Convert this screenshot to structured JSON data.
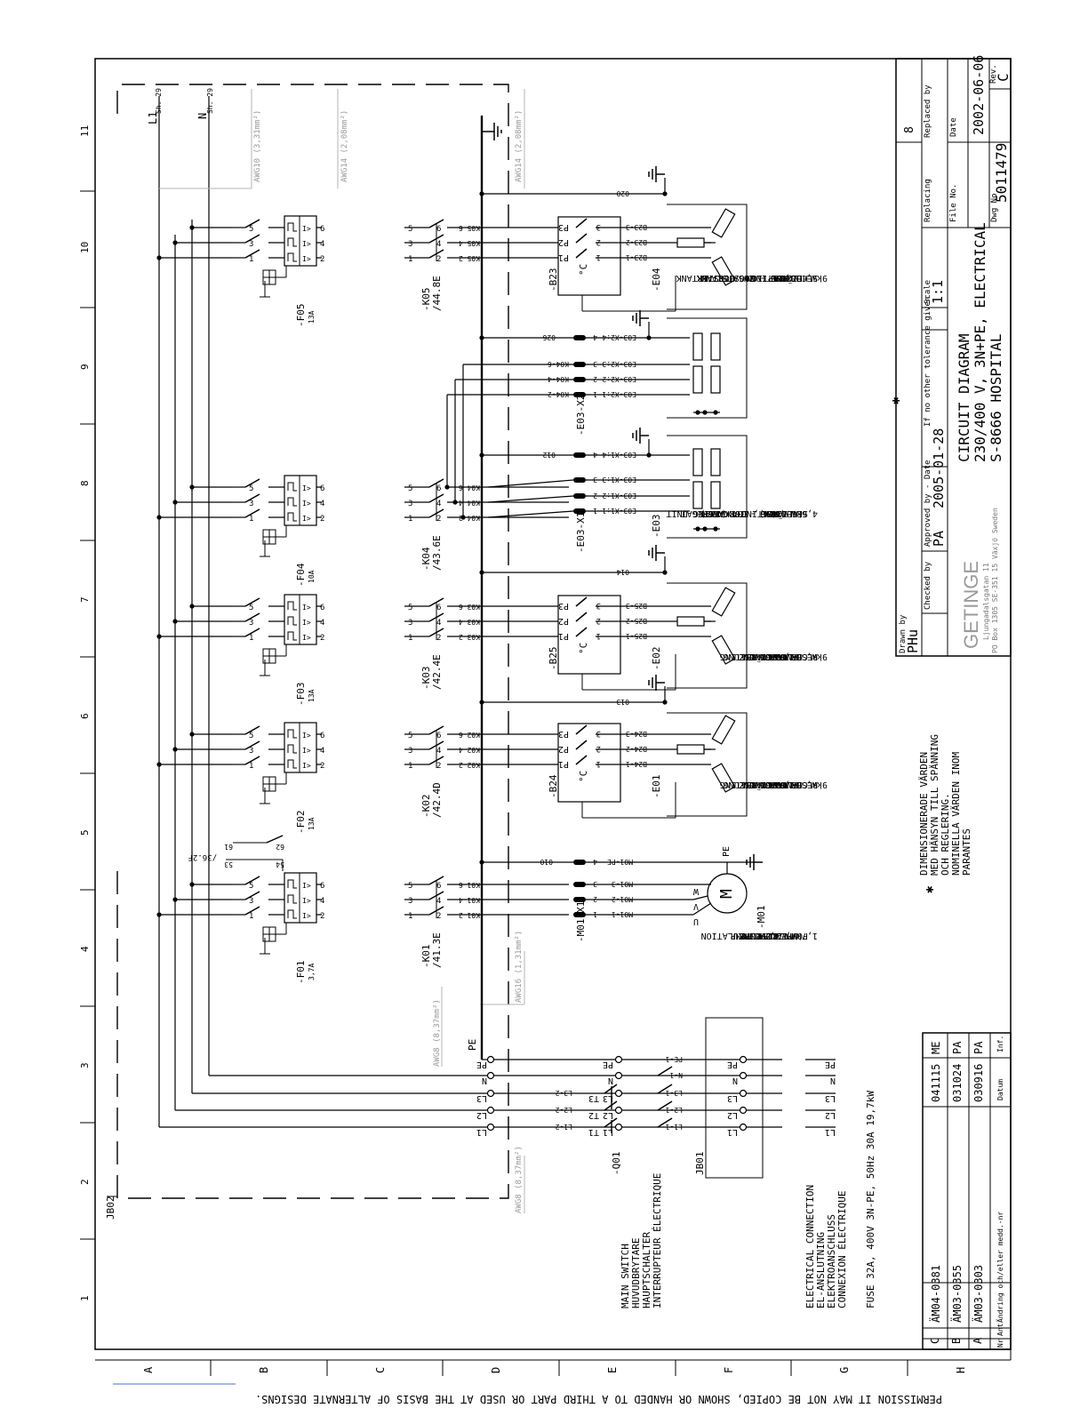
{
  "copyright_notice": "PERMISSION IT MAY NOT BE COPIED, SHOWN OR HANDED TO A THIRD PART OR USED AT THE BASIS OF ALTERNATE DESIGNS.",
  "grid": {
    "columns": [
      "1",
      "2",
      "3",
      "4",
      "5",
      "6",
      "7",
      "8",
      "9",
      "10",
      "11"
    ],
    "rows": [
      "A",
      "B",
      "C",
      "D",
      "E",
      "F",
      "G",
      "H"
    ]
  },
  "supply": {
    "l1_label": "L1",
    "l1_ref": "Sh. 29",
    "n_label": "N",
    "n_ref": "Sh. 29",
    "cable_awg10": "AWG10 (3,31mm²)",
    "cable_awg14a": "AWG14 (2,08mm²)",
    "cable_awg14b": "AWG14 (2,08mm²)",
    "cable_awg16": "AWG16 (1,31mm²)",
    "cable_awg8a": "AWG8 (8,37mm²)",
    "cable_awg8b": "AWG8 (8,37mm²)",
    "pe_label": "PE"
  },
  "boxes": {
    "jb02": "JB02",
    "jb01": "JB01"
  },
  "breakers": [
    {
      "id": "-F01",
      "rating": "3,7A"
    },
    {
      "id": "-F02",
      "rating": "13A"
    },
    {
      "id": "-F03",
      "rating": "13A"
    },
    {
      "id": "-F04",
      "rating": "10A"
    },
    {
      "id": "-F05",
      "rating": "13A"
    }
  ],
  "contactors": [
    {
      "id": "-K01",
      "ref": "/41.3E"
    },
    {
      "id": "-K02",
      "ref": "/42.4D"
    },
    {
      "id": "-K03",
      "ref": "/42.4E"
    },
    {
      "id": "-K04",
      "ref": "/43.6E"
    },
    {
      "id": "-K05",
      "ref": "/44.8E"
    }
  ],
  "aux_contact": {
    "ref": "/36.2F",
    "terms": [
      "53",
      "54",
      "61",
      "62"
    ]
  },
  "terminal_numbers": [
    "1",
    "2",
    "3",
    "4",
    "5",
    "6"
  ],
  "wire_tags": {
    "k01": [
      "K01-2",
      "K01-4",
      "K01-6"
    ],
    "k02": [
      "K02-2",
      "K02-4",
      "K02-6"
    ],
    "k03": [
      "K03-2",
      "K03-4",
      "K03-6"
    ],
    "k04": [
      "K04-2",
      "K04-4",
      "K04-6"
    ],
    "k04b": [
      "K04-2",
      "K04-4",
      "K04-6"
    ],
    "k05": [
      "K05-2",
      "K05-4",
      "K05-6"
    ]
  },
  "pump": {
    "connector": "-M01-X1",
    "pins": [
      "M01-1",
      "M01-2",
      "M01-3",
      "M01-PE"
    ],
    "pin_nums": [
      "1",
      "2",
      "3",
      "4"
    ],
    "phases": [
      "U",
      "V",
      "W"
    ],
    "id": "-M01",
    "pe": "PE",
    "ground_tag": "010",
    "labels": [
      "CIRK.PUMP",
      "CIRC.PUMP",
      "UMWALZPUMPE",
      "POMPE DE CIRKULATION",
      "1,7kW, 3,7A"
    ]
  },
  "heaters": [
    {
      "id": "-E01",
      "thermo": "-B24",
      "wires": [
        "B24-1",
        "B24-2",
        "B24-3"
      ],
      "p": [
        "P1",
        "P2",
        "P3"
      ],
      "ground_tag": "013",
      "labels": [
        "TANKHEATING",
        "TANKVÄRME",
        "FLOTTENHEIZUNG",
        "CHAUFFAGE DU",
        "RESERVOIR",
        "9kW, 13,0A"
      ]
    },
    {
      "id": "-E02",
      "thermo": "-B25",
      "wires": [
        "B25-1",
        "B25-2",
        "B25-3"
      ],
      "p": [
        "P1",
        "P2",
        "P3"
      ],
      "ground_tag": "014",
      "labels": [
        "TANKHEATING",
        "TANKVÄRME",
        "FLOTTENHEIZUNG",
        "CHAUFFAGE DU",
        "RESERVOIR",
        "9kW, 13,0A"
      ]
    },
    {
      "id": "-E04",
      "thermo": "-B23",
      "wires": [
        "B23-1",
        "B23-2",
        "B23-3"
      ],
      "p": [
        "P1",
        "P2",
        "P3"
      ],
      "ground_tag": "020",
      "labels": [
        "OPTION",
        "HEATING - BOOSTERTANK",
        "VÄRME - BOOSTERTANK",
        "HEIZUNG - ZUSATSTANK",
        "SECHOIR",
        "9kW, 13,0A"
      ]
    }
  ],
  "dryer": {
    "id": "-E03",
    "x1": "-E03-X1",
    "x2": "-E03-X2",
    "x1_pins": [
      "E03-X1:1",
      "E03-X1:2",
      "E03-X1:3",
      "E03-X1:4"
    ],
    "x2_pins": [
      "E03-X2:1",
      "E03-X2:2",
      "E03-X2:3",
      "E03-X2:4"
    ],
    "tags": [
      "012",
      "026"
    ],
    "labels": [
      "HEATING - DRYING UNIT",
      "VÄRME - TORKAGGREGAT",
      "HEIZUNG - TROCKNER",
      "SECHOIR",
      "4,6kW (6kW), 10A (13A)"
    ],
    "star": "✱"
  },
  "main_switch": {
    "id": "-Q01",
    "in": [
      "L1",
      "L2",
      "L3",
      "N",
      "PE"
    ],
    "pole_tags": [
      "L1-2",
      "L2-2",
      "L3-2"
    ],
    "t_labels": [
      "T1",
      "T2",
      "T3"
    ],
    "mid": [
      "L1",
      "L2",
      "L3",
      "N",
      "PE"
    ],
    "jb_tags": [
      "L1-1",
      "L2-1",
      "L3-1",
      "N-1",
      "PE-1"
    ],
    "out": [
      "L1",
      "L2",
      "L3",
      "N",
      "PE"
    ],
    "ext": [
      "L1",
      "L2",
      "L3",
      "N",
      "PE"
    ],
    "labels": [
      "MAIN SWITCH",
      "HUVUDBRYTARE",
      "HAUPTSCHALTER",
      "INTERRUPTEUR ÉLECTRIQUE"
    ]
  },
  "connection_labels": [
    "ELECTRICAL CONNECTION",
    "EL-ANSLUTNING",
    "ELEKTROANSCHLUSS",
    "CONNEXION ÉLECTRIQUE",
    "FUSE 32A, 400V 3N-PE, 50Hz 30A 19,7kW"
  ],
  "note": {
    "star": "✱",
    "lines": [
      "DIMENSIONERADE VÄRDEN",
      "MED HÄNSYN TILL SPÄNNING",
      "OCH REGLERING.",
      "NOMINELLA VÄRDEN INOM",
      "PARANTES"
    ]
  },
  "revisions": {
    "header": {
      "nr": "Nr",
      "ant": "Ant",
      "change": "Ändring och/eller medd.-nr",
      "date": "Datum",
      "inf": "Inf."
    },
    "rows": [
      {
        "nr": "C",
        "change": "ÄM04-0381",
        "date": "041115",
        "inf": "ME"
      },
      {
        "nr": "B",
        "change": "ÄM03-0355",
        "date": "031024",
        "inf": "PA"
      },
      {
        "nr": "A",
        "change": "ÄM03-0303",
        "date": "030916",
        "inf": "PA"
      }
    ]
  },
  "title_block": {
    "sheet": "8",
    "replaced_by_label": "Replaced by",
    "replacing_label": "Replacing",
    "scale_label": "Scale",
    "scale": "1:1",
    "tolerance_label": "If no other tolerance given",
    "approved_label": "Approved by - Date",
    "approved_by": "PA",
    "approved_date": "2005-01-28",
    "checked_label": "Checked by",
    "drawn_label": "Drawn by",
    "drawn_by": "PHu",
    "company": "GETINGE",
    "address1": "Ljungadalsgatan 11",
    "address2": "PO Box 1305 SE-351 15 Växjö Sweden",
    "title1": "CIRCUIT DIAGRAM",
    "title2": "230/400 V, 3N+PE, ELECTRICAL",
    "title3": "S-8666 HOSPITAL",
    "date_label": "Date",
    "date": "2002-06-06",
    "rev_label": "Rev.",
    "rev": "C",
    "file_label": "File No.",
    "dwg_label": "Dwg No",
    "dwg": "5011479"
  }
}
